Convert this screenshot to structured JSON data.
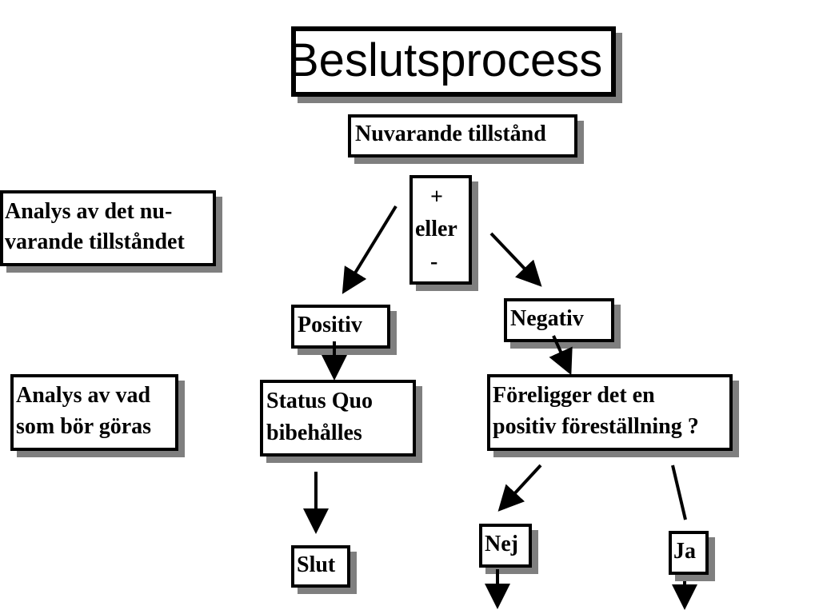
{
  "title": "Beslutsprocess",
  "nodes": {
    "current_state": "Nuvarande tillstånd",
    "sign": {
      "plus": "+",
      "or": "eller",
      "minus": "-"
    },
    "positive": "Positiv",
    "negative": "Negativ",
    "status_quo": {
      "line1": "Status Quo",
      "line2": "bibehålles"
    },
    "positive_idea": {
      "line1": "Föreligger det en",
      "line2": "positiv föreställning ?"
    },
    "end": "Slut",
    "no": "Nej",
    "yes": "Ja"
  },
  "side_labels": {
    "analysis_current": {
      "line1": "Analys av det nu-",
      "line2": "varande tillståndet"
    },
    "analysis_todo": {
      "line1": "Analys av vad",
      "line2": "som bör göras"
    }
  }
}
